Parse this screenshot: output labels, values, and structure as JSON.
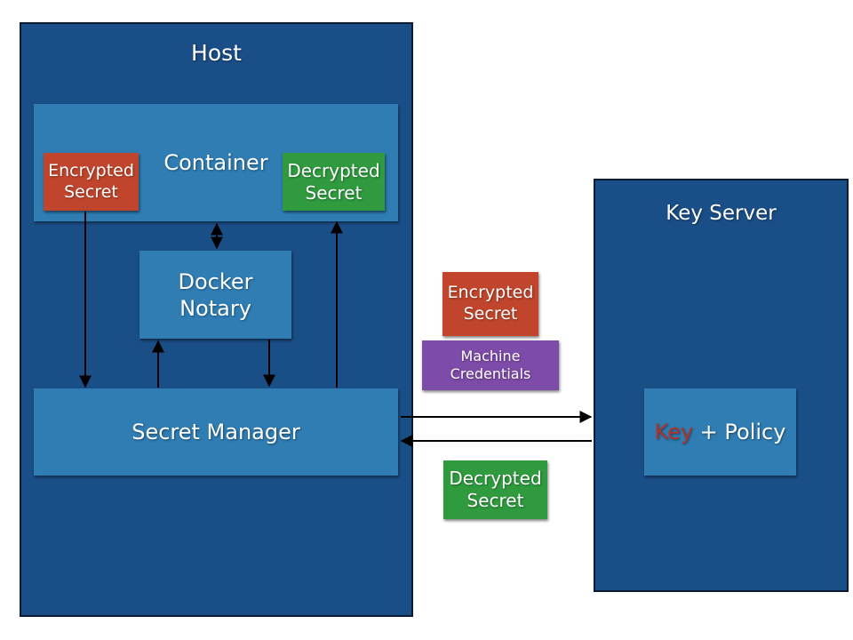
{
  "host": {
    "title": "Host"
  },
  "container": {
    "title": "Container",
    "encrypted": [
      "Encrypted",
      "Secret"
    ],
    "decrypted": [
      "Decrypted",
      "Secret"
    ]
  },
  "notary": {
    "line1": "Docker",
    "line2": "Notary"
  },
  "secret_manager": {
    "label": "Secret Manager"
  },
  "key_server": {
    "title": "Key Server",
    "key_word": "Key",
    "policy_text": " + Policy"
  },
  "transit": {
    "encrypted": [
      "Encrypted",
      "Secret"
    ],
    "machine": [
      "Machine",
      "Credentials"
    ],
    "decrypted": [
      "Decrypted",
      "Secret"
    ]
  },
  "colors": {
    "outer_box": "#1a4e87",
    "panel": "#2f7db3",
    "encrypted": "#c0452c",
    "decrypted": "#2f9a3e",
    "credentials": "#7d4ba8",
    "key_word": "#b0322a"
  }
}
